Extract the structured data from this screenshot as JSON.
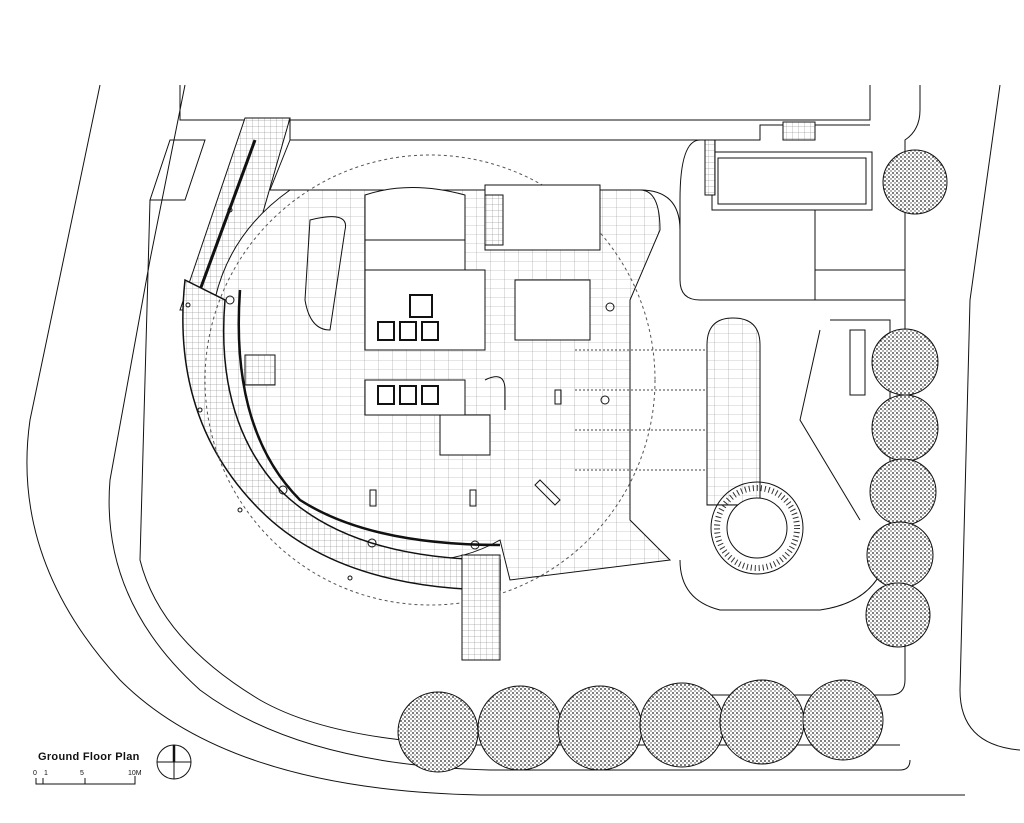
{
  "drawing": {
    "title": "Ground Floor Plan",
    "scale_bar": {
      "labels": [
        "0",
        "1",
        "5",
        "10M"
      ]
    },
    "north_symbol": "north-arrow-circle-icon"
  },
  "colors": {
    "line": "#111111",
    "background": "#ffffff"
  }
}
